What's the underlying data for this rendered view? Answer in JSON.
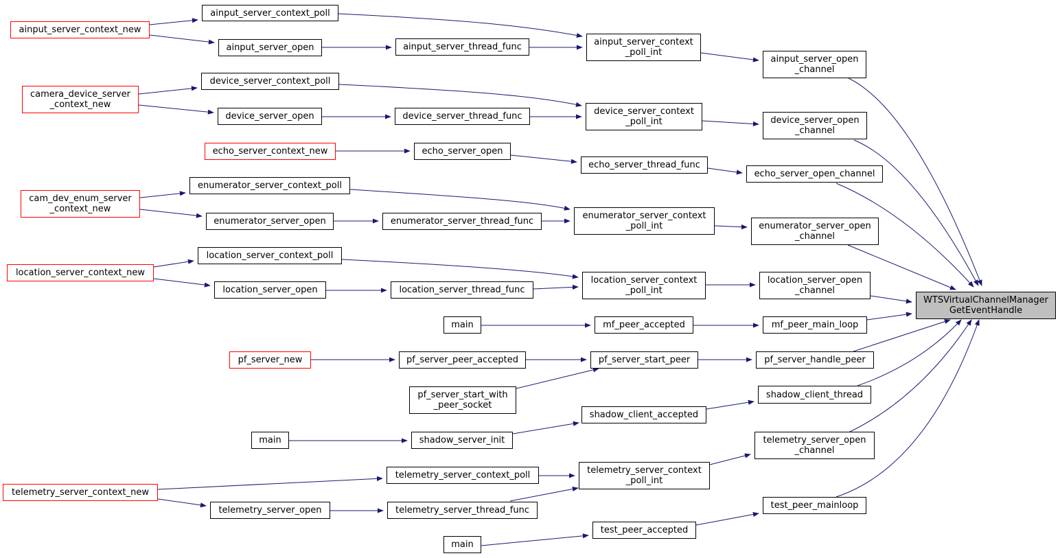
{
  "graph": {
    "colors": {
      "edge": "#191970",
      "node_border": "#000000",
      "truncated_border": "#ff0000",
      "root_fill": "#bfbfbf"
    },
    "nodes": {
      "root": {
        "label": "WTSVirtualChannelManager\nGetEventHandle"
      },
      "ainput_server_context_poll": {
        "label": "ainput_server_context_poll"
      },
      "ainput_server_context_new": {
        "label": "ainput_server_context_new"
      },
      "ainput_server_open": {
        "label": "ainput_server_open"
      },
      "ainput_server_thread_func": {
        "label": "ainput_server_thread_func"
      },
      "ainput_server_context_poll_int": {
        "label": "ainput_server_context\n_poll_int"
      },
      "ainput_server_open_channel": {
        "label": "ainput_server_open\n_channel"
      },
      "device_server_context_poll": {
        "label": "device_server_context_poll"
      },
      "camera_device_server_context_new": {
        "label": "camera_device_server\n_context_new"
      },
      "device_server_open": {
        "label": "device_server_open"
      },
      "device_server_thread_func": {
        "label": "device_server_thread_func"
      },
      "device_server_context_poll_int": {
        "label": "device_server_context\n_poll_int"
      },
      "device_server_open_channel": {
        "label": "device_server_open\n_channel"
      },
      "echo_server_context_new": {
        "label": "echo_server_context_new"
      },
      "echo_server_open": {
        "label": "echo_server_open"
      },
      "echo_server_thread_func": {
        "label": "echo_server_thread_func"
      },
      "echo_server_open_channel": {
        "label": "echo_server_open_channel"
      },
      "enumerator_server_context_poll": {
        "label": "enumerator_server_context_poll"
      },
      "cam_dev_enum_server_context_new": {
        "label": "cam_dev_enum_server\n_context_new"
      },
      "enumerator_server_open": {
        "label": "enumerator_server_open"
      },
      "enumerator_server_thread_func": {
        "label": "enumerator_server_thread_func"
      },
      "enumerator_server_context_poll_int": {
        "label": "enumerator_server_context\n_poll_int"
      },
      "enumerator_server_open_channel": {
        "label": "enumerator_server_open\n_channel"
      },
      "location_server_context_poll": {
        "label": "location_server_context_poll"
      },
      "location_server_context_new": {
        "label": "location_server_context_new"
      },
      "location_server_open": {
        "label": "location_server_open"
      },
      "location_server_thread_func": {
        "label": "location_server_thread_func"
      },
      "location_server_context_poll_int": {
        "label": "location_server_context\n_poll_int"
      },
      "location_server_open_channel": {
        "label": "location_server_open\n_channel"
      },
      "main_1": {
        "label": "main"
      },
      "mf_peer_accepted": {
        "label": "mf_peer_accepted"
      },
      "mf_peer_main_loop": {
        "label": "mf_peer_main_loop"
      },
      "pf_server_new": {
        "label": "pf_server_new"
      },
      "pf_server_peer_accepted": {
        "label": "pf_server_peer_accepted"
      },
      "pf_server_start_peer": {
        "label": "pf_server_start_peer"
      },
      "pf_server_handle_peer": {
        "label": "pf_server_handle_peer"
      },
      "pf_server_start_with_peer_socket": {
        "label": "pf_server_start_with\n_peer_socket"
      },
      "shadow_client_thread": {
        "label": "shadow_client_thread"
      },
      "shadow_client_accepted": {
        "label": "shadow_client_accepted"
      },
      "main_2": {
        "label": "main"
      },
      "shadow_server_init": {
        "label": "shadow_server_init"
      },
      "telemetry_server_open_channel": {
        "label": "telemetry_server_open\n_channel"
      },
      "telemetry_server_context_poll": {
        "label": "telemetry_server_context_poll"
      },
      "telemetry_server_context_poll_int": {
        "label": "telemetry_server_context\n_poll_int"
      },
      "telemetry_server_context_new": {
        "label": "telemetry_server_context_new"
      },
      "telemetry_server_open": {
        "label": "telemetry_server_open"
      },
      "telemetry_server_thread_func": {
        "label": "telemetry_server_thread_func"
      },
      "test_peer_mainloop": {
        "label": "test_peer_mainloop"
      },
      "test_peer_accepted": {
        "label": "test_peer_accepted"
      },
      "main_3": {
        "label": "main"
      }
    }
  }
}
